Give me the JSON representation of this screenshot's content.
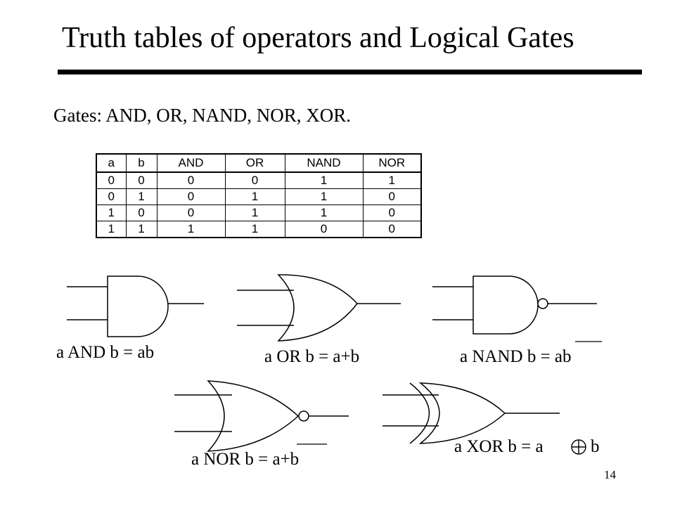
{
  "title": "Truth tables of operators and Logical Gates",
  "subtitle": "Gates: AND, OR, NAND, NOR, XOR.",
  "truth_table": {
    "headers": [
      "a",
      "b",
      "AND",
      "OR",
      "NAND",
      "NOR"
    ],
    "rows": [
      [
        "0",
        "0",
        "0",
        "0",
        "1",
        "1"
      ],
      [
        "0",
        "1",
        "0",
        "1",
        "1",
        "0"
      ],
      [
        "1",
        "0",
        "0",
        "1",
        "1",
        "0"
      ],
      [
        "1",
        "1",
        "1",
        "1",
        "0",
        "0"
      ]
    ]
  },
  "gates": {
    "and_label": "a AND b = ab",
    "or_label": "a OR b = a+b",
    "nand_label_prefix": "a NAND b = ",
    "nand_label_expr": "ab",
    "nor_label_prefix": "a NOR b = ",
    "nor_label_expr": "a+b",
    "xor_label_prefix": "a XOR b = a",
    "xor_label_suffix": "b"
  },
  "page_number": "14"
}
